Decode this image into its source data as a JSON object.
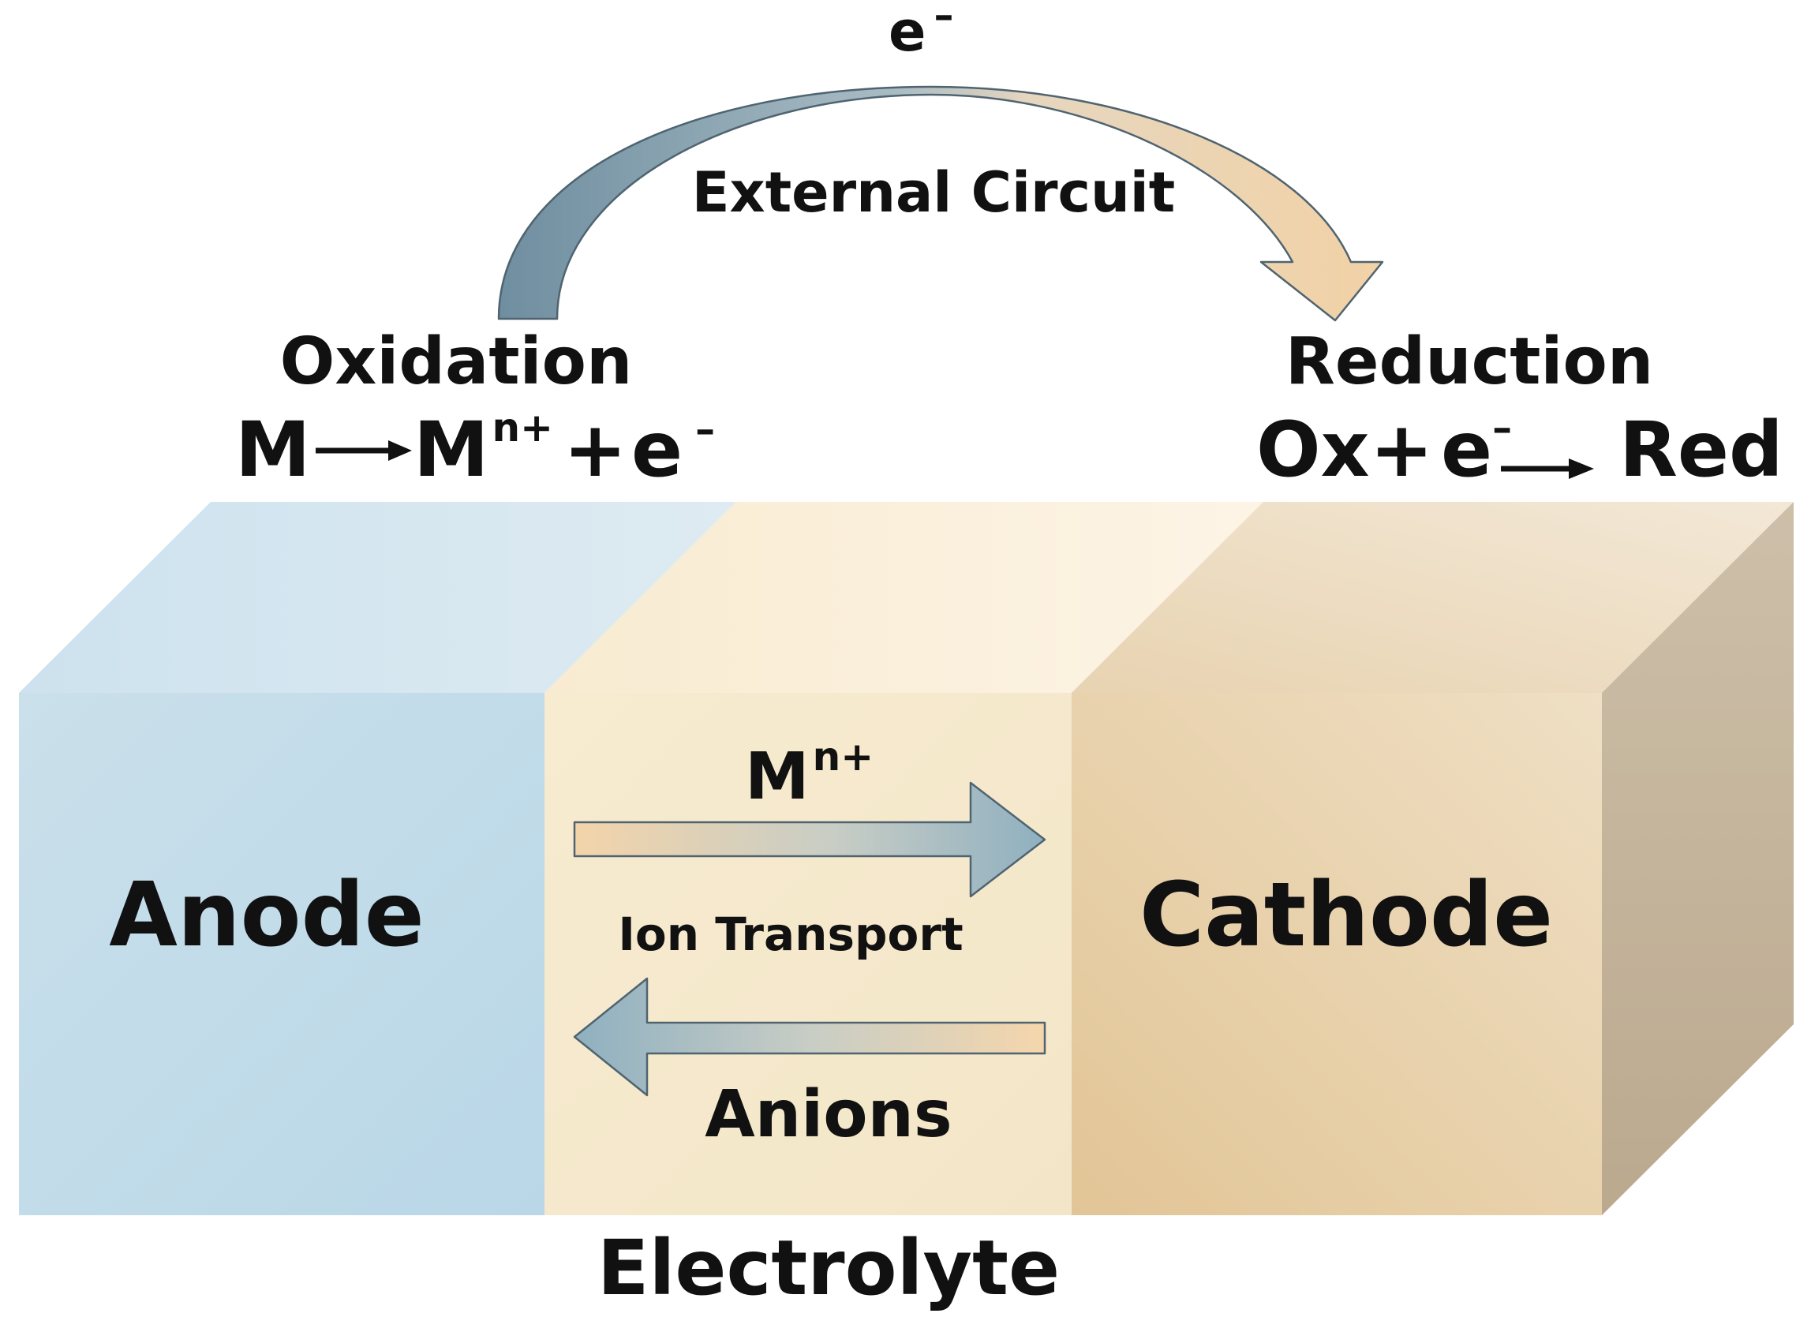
{
  "colors": {
    "anode_face": "#c3dce9",
    "anode_top": "#d7e8f1",
    "electrolyte_face": "#f5e8ca",
    "electrolyte_top": "#fbf0dc",
    "cathode_face": "#e8cfa4",
    "cathode_top": "#ecd9bb",
    "cathode_side": "#c8b89e",
    "arrow_blue": "#8aa9b7",
    "arrow_tan": "#f2d3a8",
    "text": "#111111"
  },
  "circuit": {
    "electron_label": "e",
    "electron_charge": "–",
    "label": "External Circuit"
  },
  "oxidation": {
    "title": "Oxidation",
    "equation": {
      "reactant": "M",
      "product_base": "M",
      "product_sup": "n+",
      "plus": "+",
      "electron": "e",
      "charge": "–"
    }
  },
  "reduction": {
    "title": "Reduction",
    "equation": {
      "reactant": "Ox",
      "plus": "+",
      "electron": "e",
      "charge": "–",
      "product": "Red"
    }
  },
  "blocks": {
    "anode": "Anode",
    "cathode": "Cathode",
    "electrolyte": "Electrolyte"
  },
  "transport": {
    "cation_base": "M",
    "cation_sup": "n+",
    "label": "Ion Transport",
    "anions": "Anions"
  }
}
